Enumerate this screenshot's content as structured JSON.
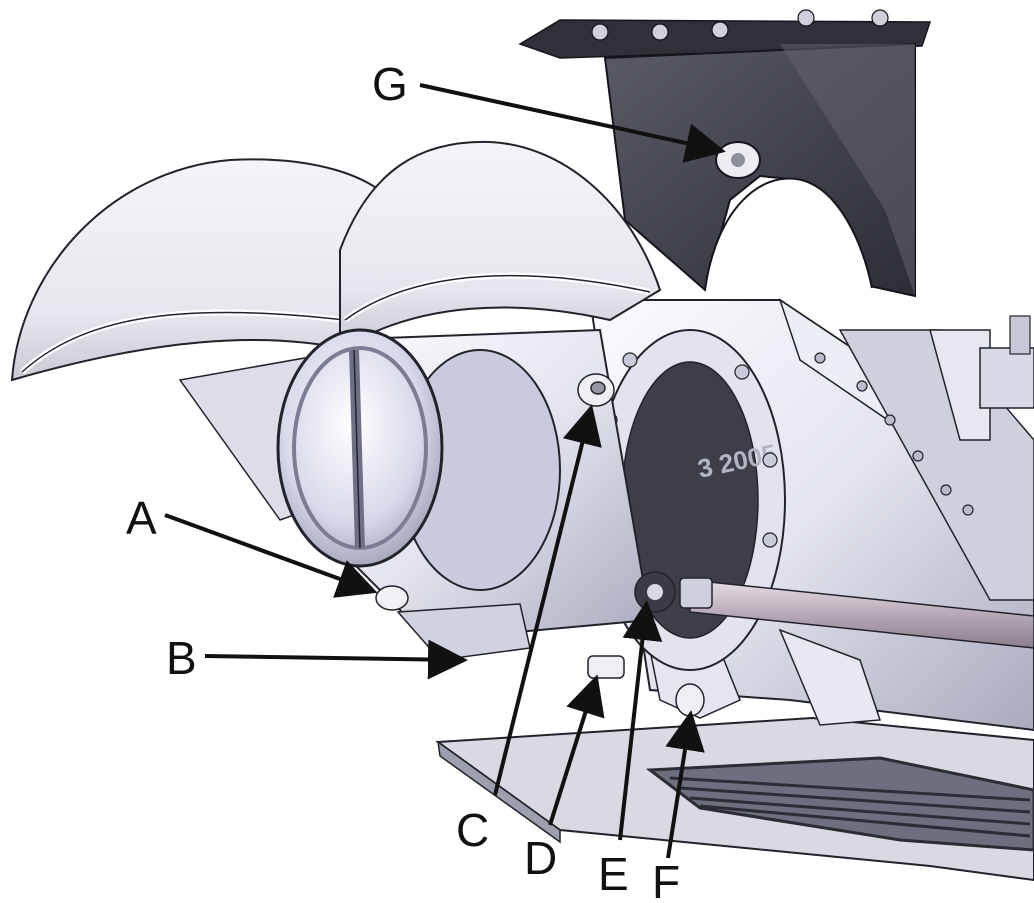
{
  "callouts": [
    {
      "id": "a",
      "label": "A"
    },
    {
      "id": "b",
      "label": "B"
    },
    {
      "id": "c",
      "label": "C"
    },
    {
      "id": "d",
      "label": "D"
    },
    {
      "id": "e",
      "label": "E"
    },
    {
      "id": "f",
      "label": "F"
    },
    {
      "id": "g",
      "label": "G"
    }
  ],
  "hull_text": "3 2005",
  "colors": {
    "metal_light": "#f2f3f8",
    "metal_mid": "#d5d6e3",
    "metal_shadow": "#9c9db0",
    "bracket_dark": "#3c3d46",
    "outline": "#22232a",
    "label": "#111111",
    "background": "#ffffff"
  }
}
